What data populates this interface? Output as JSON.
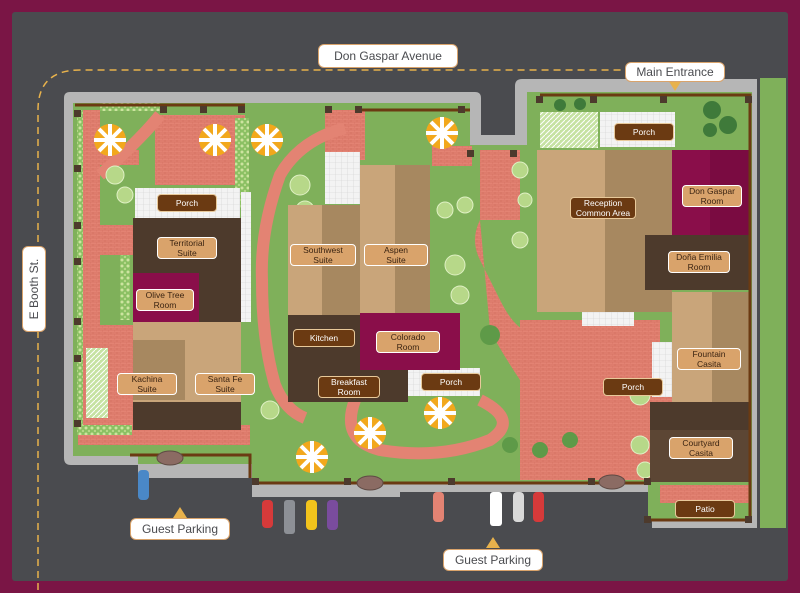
{
  "streets": {
    "top": "Don Gaspar Avenue",
    "left": "E Booth St."
  },
  "signs": {
    "main_entrance": "Main Entrance",
    "guest_parking_left": "Guest Parking",
    "guest_parking_right": "Guest Parking"
  },
  "rooms": {
    "porch_west": "Porch",
    "territorial": "Territorial\nSuite",
    "olive_tree": "Olive Tree\nRoom",
    "kachina": "Kachina\nSuite",
    "santa_fe": "Santa Fe\nSuite",
    "southwest": "Southwest\nSuite",
    "aspen": "Aspen\nSuite",
    "kitchen": "Kitchen",
    "colorado": "Colorado\nRoom",
    "breakfast": "Breakfast\nRoom",
    "porch_center": "Porch",
    "porch_entrance": "Porch",
    "reception": "Reception\nCommon Area",
    "don_gaspar": "Don Gaspar\nRoom",
    "dona_emilia": "Doña Emilia\nRoom",
    "fountain": "Fountain\nCasita",
    "porch_east": "Porch",
    "courtyard": "Courtyard\nCasita",
    "patio": "Patio"
  },
  "colors": {
    "frame": "#7a1545",
    "road": "#4a4b4f",
    "lawn": "#7fb05a",
    "brick": "#e07b6a",
    "roof_tan": "#c9a57a",
    "roof_brown": "#4d3a2c",
    "roof_magenta": "#8a0e4a",
    "label_bg": "#6b3a12",
    "label_border": "#e8c99a"
  },
  "icons": [
    "umbrella-icon",
    "car-icon",
    "tree-icon",
    "arrow-up-icon",
    "arrow-down-icon"
  ]
}
